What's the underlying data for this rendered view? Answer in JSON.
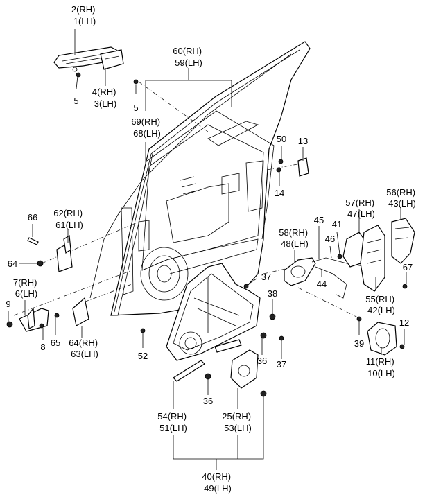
{
  "labels": {
    "l_2_1": [
      "2(RH)",
      "1(LH)"
    ],
    "l_5a": "5",
    "l_4_3": [
      "4(RH)",
      "3(LH)"
    ],
    "l_5b": "5",
    "l_60_59": [
      "60(RH)",
      "59(LH)"
    ],
    "l_69_68": [
      "69(RH)",
      "68(LH)"
    ],
    "l_50": "50",
    "l_13": "13",
    "l_14": "14",
    "l_66": "66",
    "l_62_61": [
      "62(RH)",
      "61(LH)"
    ],
    "l_64": "64",
    "l_7_6": [
      "7(RH)",
      "6(LH)"
    ],
    "l_9": "9",
    "l_8": "8",
    "l_65": "65",
    "l_64_63": [
      "64(RH)",
      "63(LH)"
    ],
    "l_52": "52",
    "l_37a": "37",
    "l_38": "38",
    "l_36a": "36",
    "l_37b": "37",
    "l_36b": "36",
    "l_54_51": [
      "54(RH)",
      "51(LH)"
    ],
    "l_25_53": [
      "25(RH)",
      "53(LH)"
    ],
    "l_40_49": [
      "40(RH)",
      "49(LH)"
    ],
    "l_58_48": [
      "58(RH)",
      "48(LH)"
    ],
    "l_45": "45",
    "l_57_47": [
      "57(RH)",
      "47(LH)"
    ],
    "l_56_43": [
      "56(RH)",
      "43(LH)"
    ],
    "l_41": "41",
    "l_46": "46",
    "l_44": "44",
    "l_67": "67",
    "l_55_42": [
      "55(RH)",
      "42(LH)"
    ],
    "l_39": "39",
    "l_12": "12",
    "l_11_10": [
      "11(RH)",
      "10(LH)"
    ]
  }
}
